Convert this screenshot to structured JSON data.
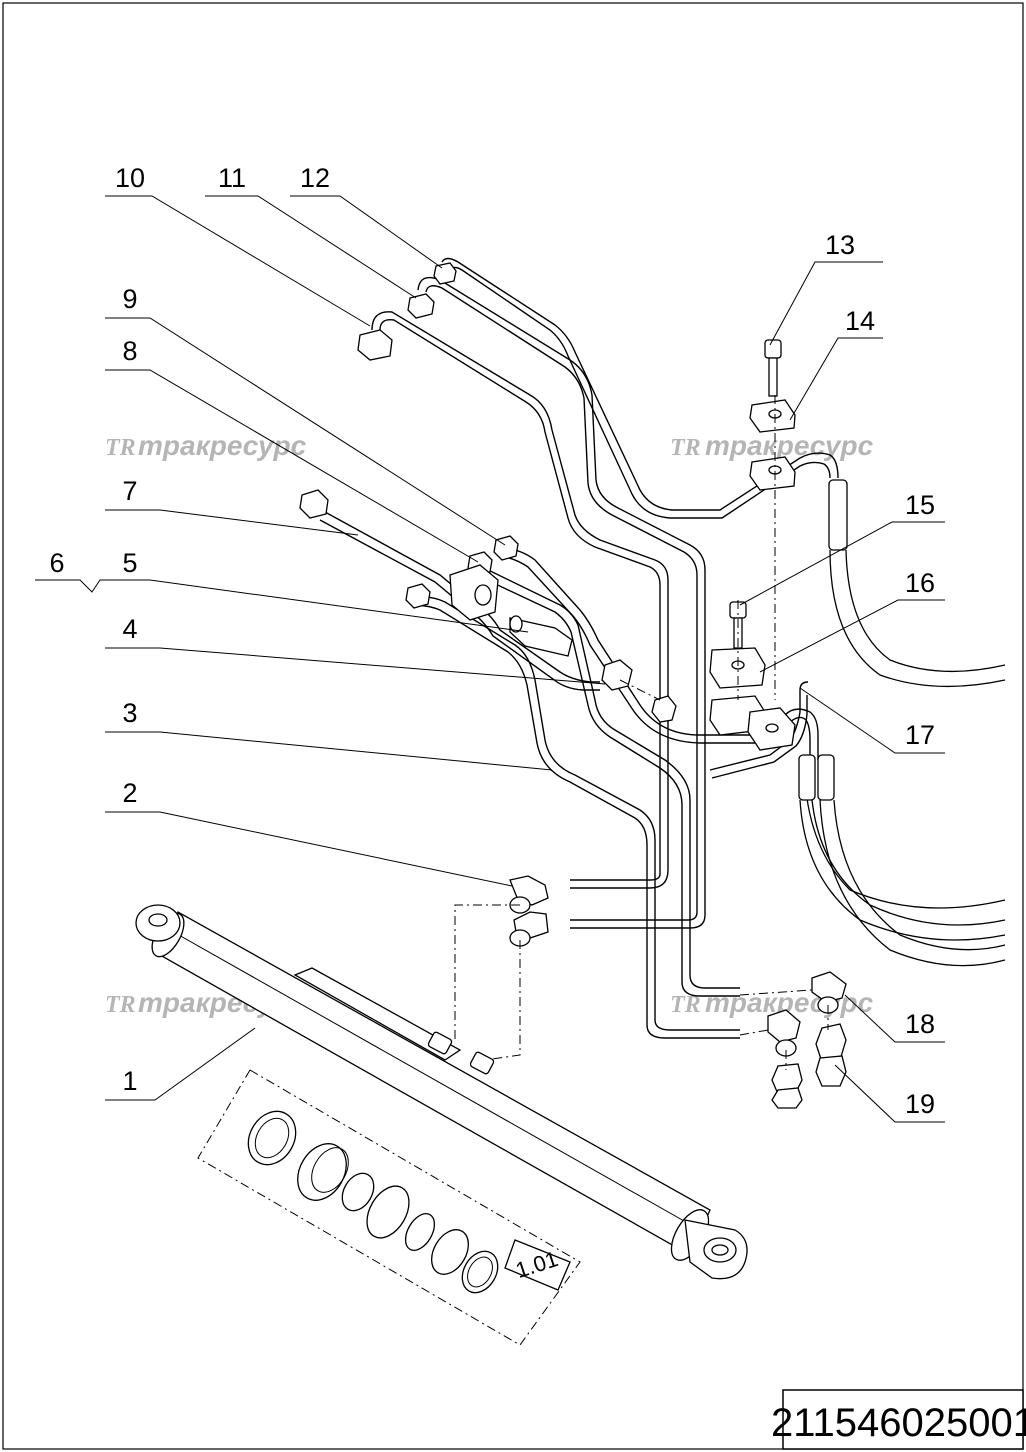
{
  "drawing": {
    "document_number": "211546025001",
    "kit_label": "1.01",
    "watermark_logo": "TR",
    "watermark_text": "тракресурс",
    "callouts": [
      "1",
      "2",
      "3",
      "4",
      "5",
      "6",
      "7",
      "8",
      "9",
      "10",
      "11",
      "12",
      "13",
      "14",
      "15",
      "16",
      "17",
      "18",
      "19"
    ]
  }
}
